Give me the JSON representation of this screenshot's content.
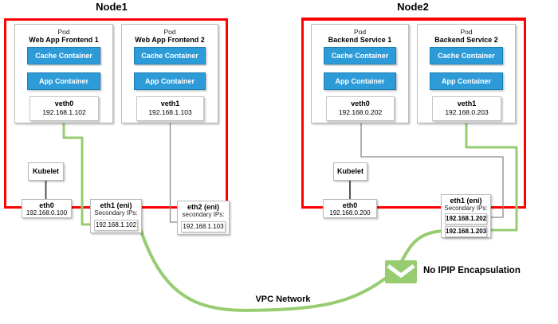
{
  "colors": {
    "node_border": "#ff0000",
    "container_fill": "#2e9bd9",
    "container_border": "#1d7fb5",
    "flow_green": "#97cc70",
    "connector_grey": "#8a8a8a",
    "kubelet_connector": "#555555"
  },
  "nodes": [
    {
      "title": "Node1",
      "pods": [
        {
          "pod_label": "Pod",
          "name": "Web App Frontend 1",
          "containers": [
            "Cache Container",
            "App Container"
          ],
          "veth": {
            "label": "veth0",
            "ip": "192.168.1.102"
          }
        },
        {
          "pod_label": "Pod",
          "name": "Web App Frontend 2",
          "containers": [
            "Cache Container",
            "App Container"
          ],
          "veth": {
            "label": "veth1",
            "ip": "192.168.1.103"
          }
        }
      ],
      "kubelet_label": "Kubelet",
      "eth0": {
        "label": "eth0",
        "ip": "192.168.0.100"
      },
      "enis": [
        {
          "label": "eth1 (eni)",
          "sublabel": "Secondary IPs:",
          "ips": [
            "192.168.1.102"
          ]
        },
        {
          "label": "eth2 (eni)",
          "sublabel": "secondary IPs:",
          "ips": [
            "192.168.1.103"
          ]
        }
      ]
    },
    {
      "title": "Node2",
      "pods": [
        {
          "pod_label": "Pod",
          "name": "Backend Service 1",
          "containers": [
            "Cache Container",
            "App Container"
          ],
          "veth": {
            "label": "veth0",
            "ip": "192.168.0.202"
          }
        },
        {
          "pod_label": "Pod",
          "name": "Backend Service 2",
          "containers": [
            "Cache Container",
            "App Container"
          ],
          "veth": {
            "label": "veth1",
            "ip": "192.168.0.203"
          }
        }
      ],
      "kubelet_label": "Kubelet",
      "eth0": {
        "label": "eth0",
        "ip": "192.168.0.200"
      },
      "enis": [
        {
          "label": "eth1 (eni)",
          "sublabel": "Secondary IPs:",
          "ips": [
            "192.168.1.202",
            "192.168.1.203"
          ]
        }
      ]
    }
  ],
  "labels": {
    "vpc_network": "VPC Network",
    "no_ipip": "No IPIP Encapsulation"
  },
  "icons": {
    "envelope": "mail-envelope"
  }
}
